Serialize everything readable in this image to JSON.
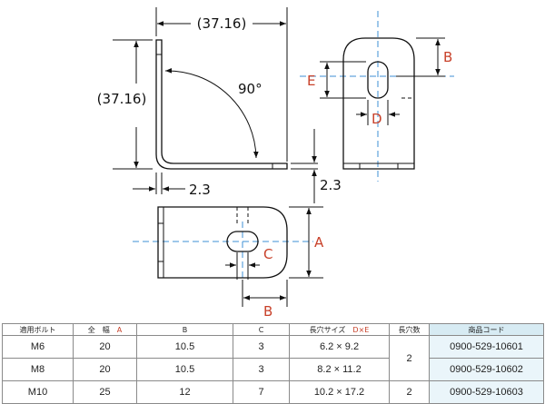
{
  "diagram": {
    "side_view": {
      "width_dim": "(37.16)",
      "height_dim": "(37.16)",
      "angle": "90°",
      "thickness_left": "2.3",
      "thickness_right": "2.3"
    },
    "front_view": {
      "label_b": "B",
      "label_e": "E",
      "label_d": "D"
    },
    "top_view": {
      "label_a": "A",
      "label_c": "C",
      "label_b": "B"
    }
  },
  "table": {
    "headers": {
      "bolt": "適用ボルト",
      "width_prefix": "全　幅　",
      "width_letter": "A",
      "b": "B",
      "c": "C",
      "slot_size_prefix": "長穴サイズ　",
      "slot_size_letters": "D×E",
      "slot_count": "長穴数",
      "code": "商品コード"
    },
    "rows": [
      {
        "bolt": "M6",
        "a": "20",
        "b": "10.5",
        "c": "3",
        "slot": "6.2 × 9.2",
        "count": "2",
        "code": "0900-529-10601"
      },
      {
        "bolt": "M8",
        "a": "20",
        "b": "10.5",
        "c": "3",
        "slot": "8.2 × 11.2",
        "count": "",
        "code": "0900-529-10602"
      },
      {
        "bolt": "M10",
        "a": "25",
        "b": "12",
        "c": "7",
        "slot": "10.2 × 17.2",
        "count": "2",
        "code": "0900-529-10603"
      }
    ]
  }
}
